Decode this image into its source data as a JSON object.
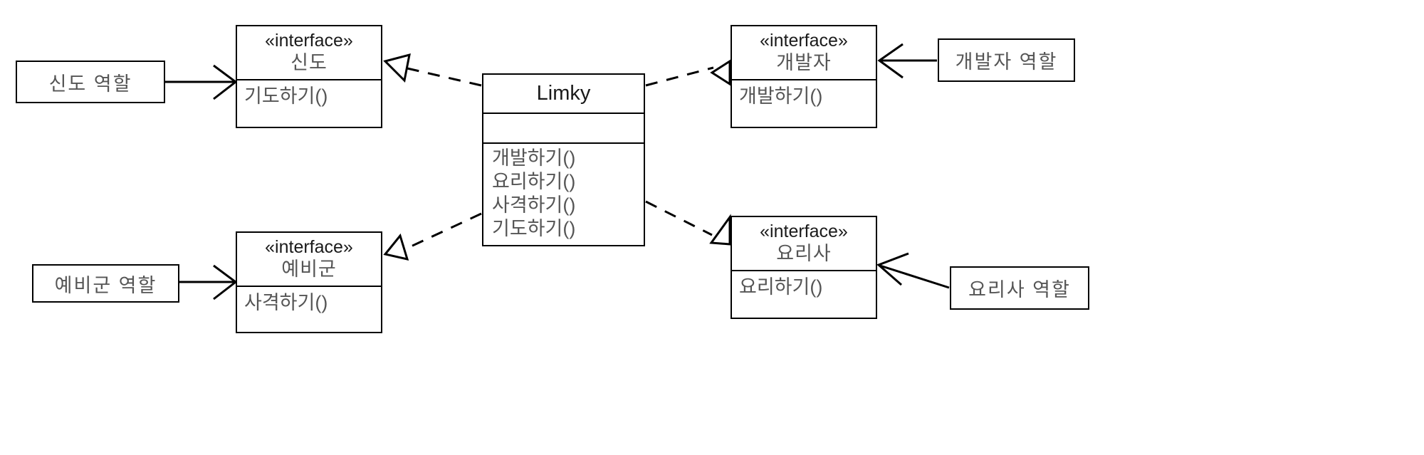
{
  "diagram": {
    "title": "Limky UML class diagram",
    "stereotype_label": "«interface»",
    "stroke_color": "#000000",
    "text_color": "#555555",
    "background": "#ffffff"
  },
  "actors": [
    {
      "id": "believer-role",
      "label": "신도 역할"
    },
    {
      "id": "reserve-role",
      "label": "예비군 역할"
    },
    {
      "id": "developer-role",
      "label": "개발자 역할"
    },
    {
      "id": "cook-role",
      "label": "요리사 역할"
    }
  ],
  "interfaces": [
    {
      "id": "believer",
      "stereotype": "«interface»",
      "name": "신도",
      "operations": [
        "기도하기()"
      ]
    },
    {
      "id": "reserve",
      "stereotype": "«interface»",
      "name": "예비군",
      "operations": [
        "사격하기()"
      ]
    },
    {
      "id": "developer",
      "stereotype": "«interface»",
      "name": "개발자",
      "operations": [
        "개발하기()"
      ]
    },
    {
      "id": "cook",
      "stereotype": "«interface»",
      "name": "요리사",
      "operations": [
        "요리하기()"
      ]
    }
  ],
  "main_class": {
    "id": "limky",
    "name": "Limky",
    "attributes": [],
    "operations": [
      "개발하기()",
      "요리하기()",
      "사격하기()",
      "기도하기()"
    ]
  },
  "relations": [
    {
      "from": "believer-role",
      "to": "believer",
      "type": "association",
      "arrow": "open"
    },
    {
      "from": "reserve-role",
      "to": "reserve",
      "type": "association",
      "arrow": "open"
    },
    {
      "from": "developer-role",
      "to": "developer",
      "type": "association",
      "arrow": "open"
    },
    {
      "from": "cook-role",
      "to": "cook",
      "type": "association",
      "arrow": "open"
    },
    {
      "from": "limky",
      "to": "believer",
      "type": "realization",
      "arrow": "hollow-triangle",
      "line": "dashed"
    },
    {
      "from": "limky",
      "to": "developer",
      "type": "realization",
      "arrow": "hollow-triangle",
      "line": "dashed"
    },
    {
      "from": "limky",
      "to": "reserve",
      "type": "realization",
      "arrow": "hollow-triangle",
      "line": "dashed"
    },
    {
      "from": "limky",
      "to": "cook",
      "type": "realization",
      "arrow": "hollow-triangle",
      "line": "dashed"
    }
  ]
}
